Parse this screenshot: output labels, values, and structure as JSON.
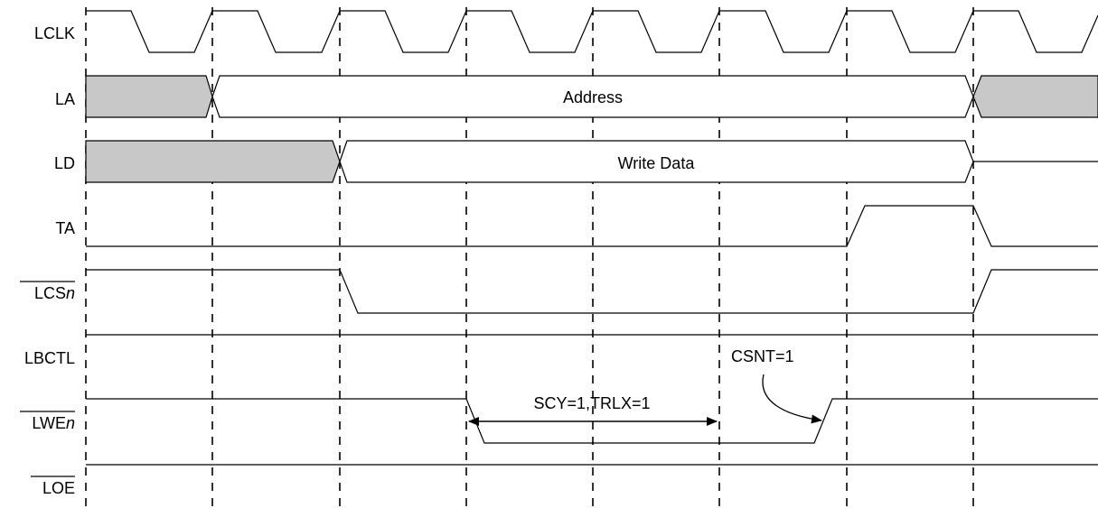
{
  "signals": {
    "lclk": "LCLK",
    "la": "LA",
    "ld": "LD",
    "ta": "TA",
    "lcsn": {
      "base": "LCS",
      "suffix": "n"
    },
    "lbctl": "LBCTL",
    "lwen": {
      "base": "LWE",
      "suffix": "n"
    },
    "loe": "LOE"
  },
  "bus_labels": {
    "address": "Address",
    "write_data": "Write Data"
  },
  "annotations": {
    "interval": "SCY=1,TRLX=1",
    "csnt": "CSNT=1"
  },
  "colors": {
    "invalid_fill": "#c8c8c8",
    "line": "#000000"
  }
}
